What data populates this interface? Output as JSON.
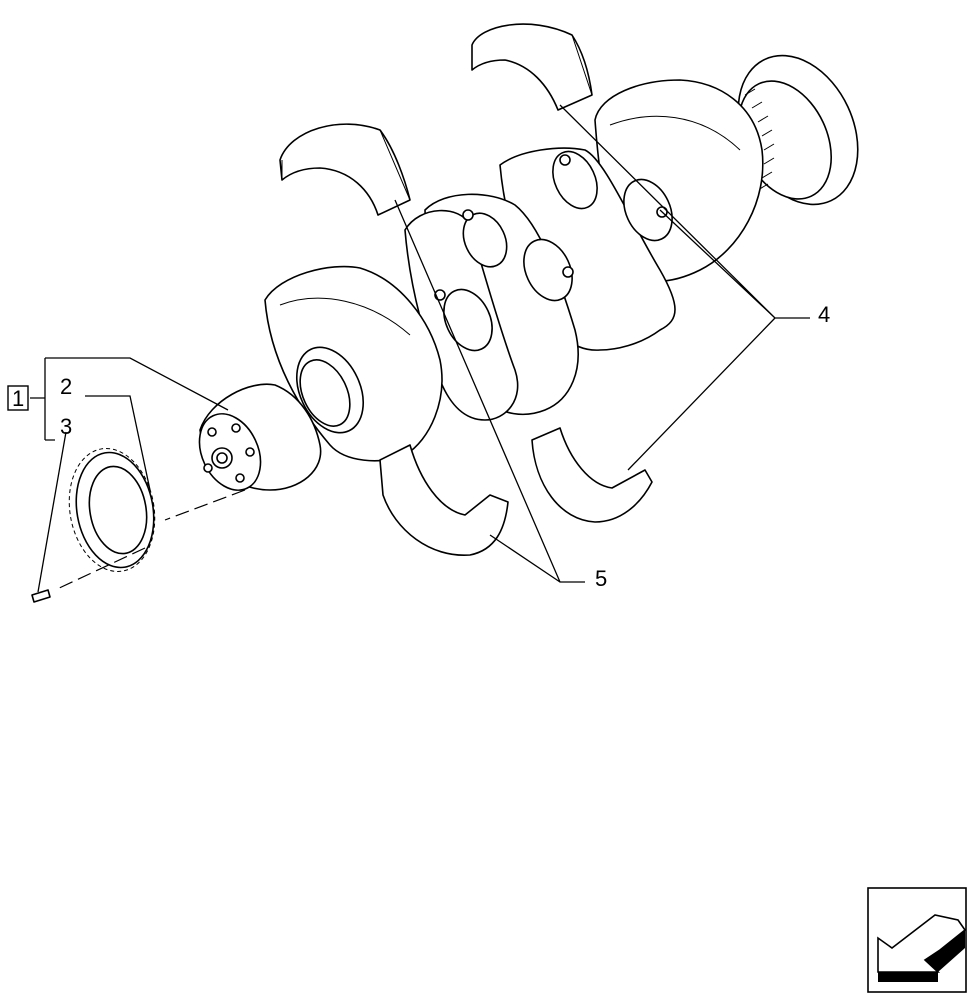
{
  "diagram": {
    "callouts": {
      "c1": "1",
      "c2": "2",
      "c3": "3",
      "c4": "4",
      "c5": "5"
    },
    "nav_icon": "next-page-arrow-icon"
  }
}
